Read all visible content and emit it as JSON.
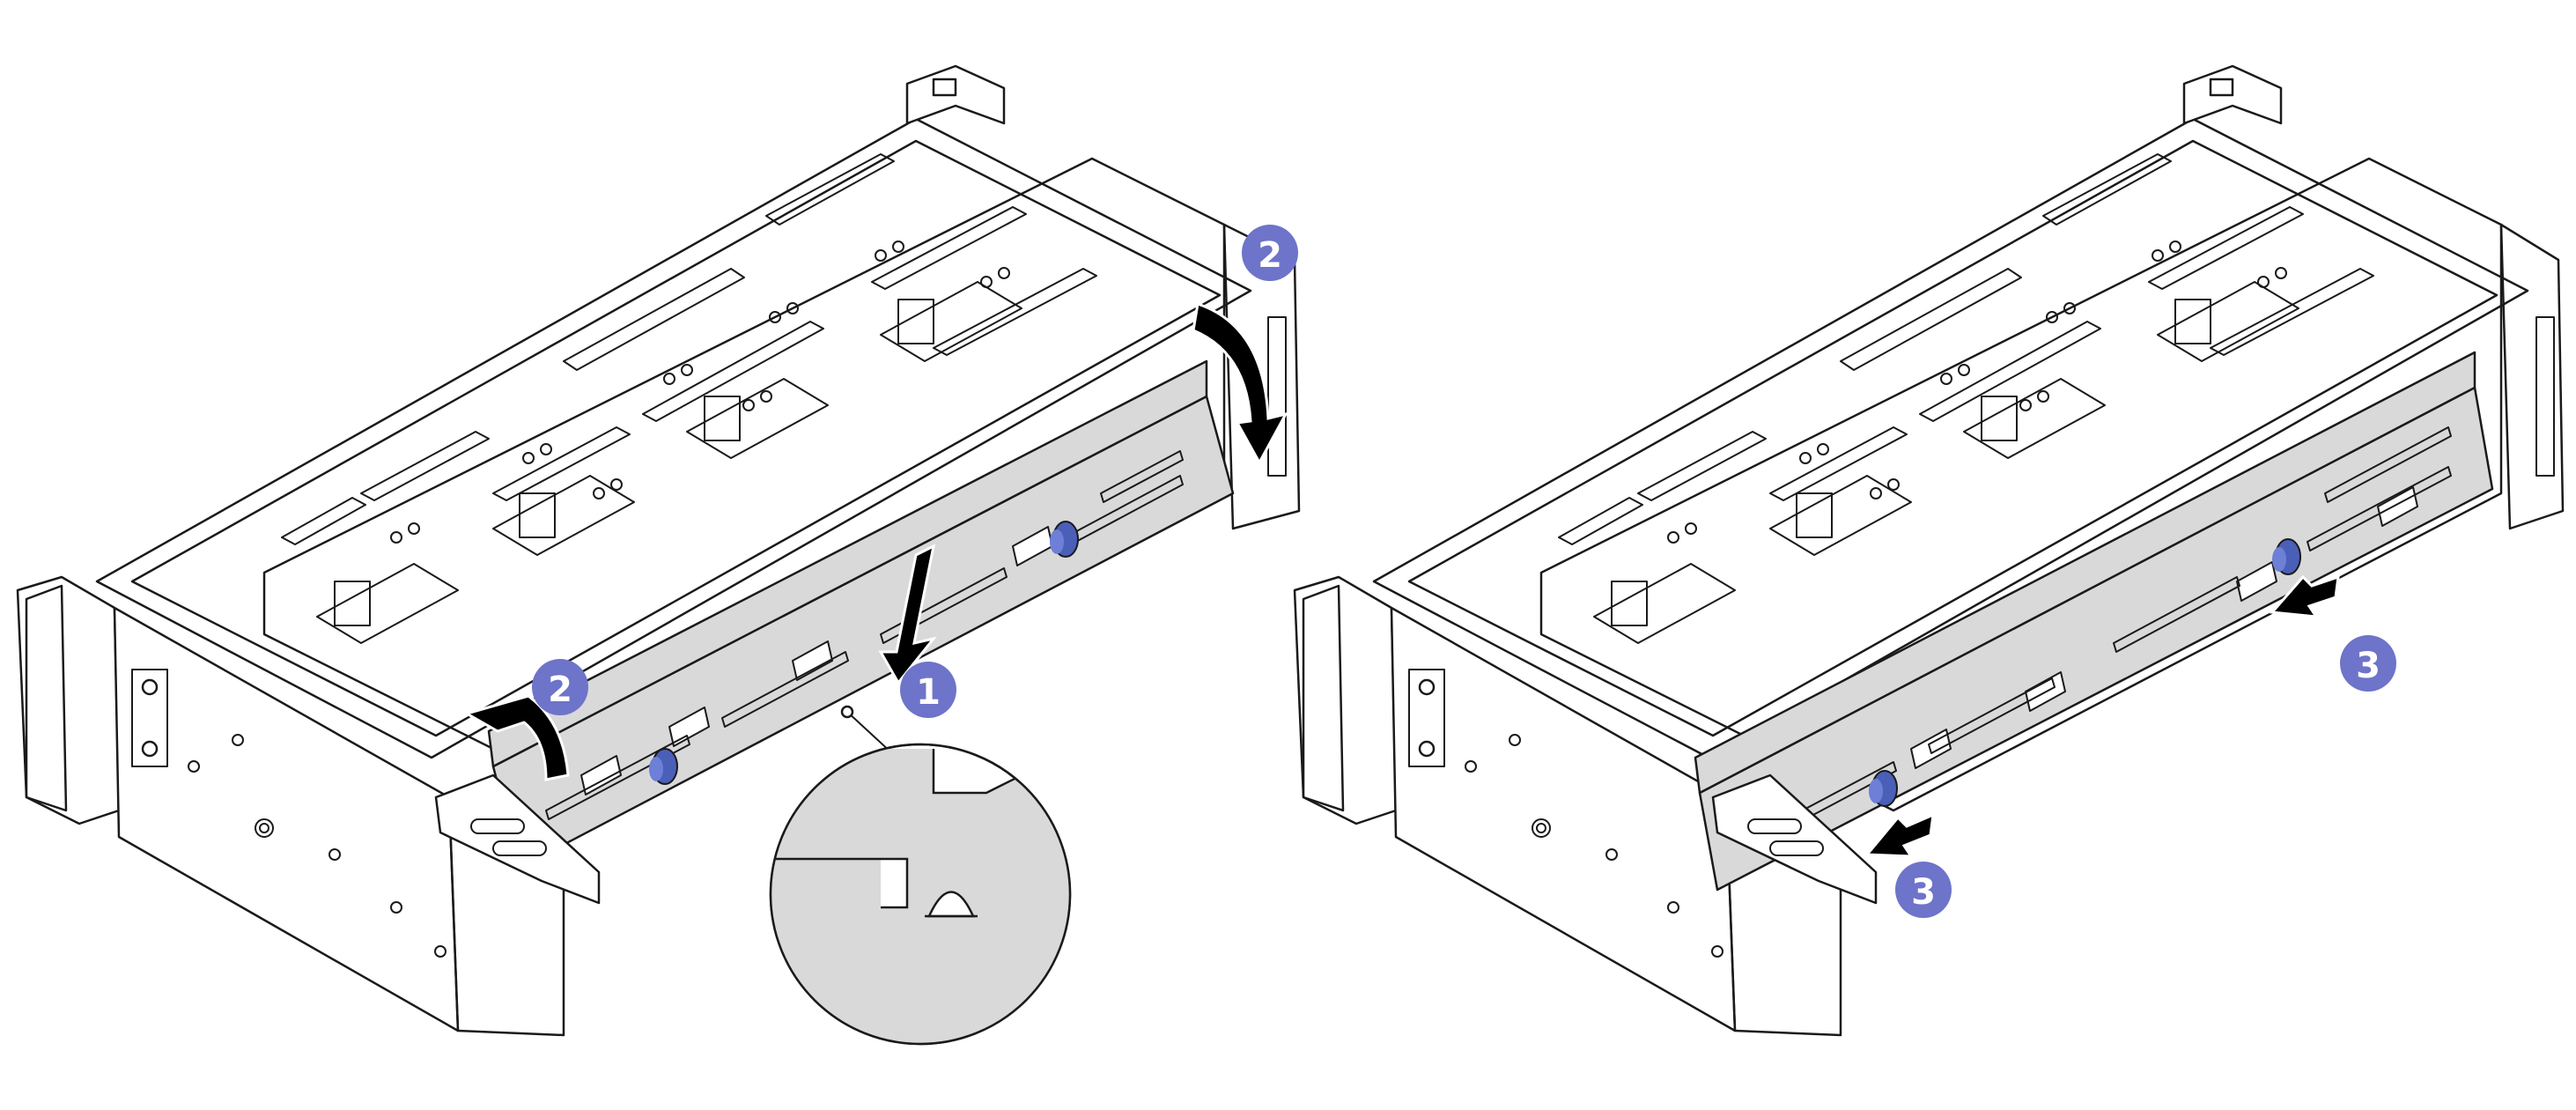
{
  "colors": {
    "line": "#1a1a1a",
    "backplane": "#d9d9d9",
    "panel": "#ffffff",
    "callout": "#6d74c9",
    "callout_text": "#ffffff",
    "plunger": "#4a5fb8",
    "arrow": "#000000"
  },
  "callouts": [
    {
      "id": "callout-1",
      "label": "1"
    },
    {
      "id": "callout-2a",
      "label": "2"
    },
    {
      "id": "callout-2b",
      "label": "2"
    },
    {
      "id": "callout-3a",
      "label": "3"
    },
    {
      "id": "callout-3b",
      "label": "3"
    }
  ],
  "icons": [
    "down-arrow-icon",
    "rotate-arrow-icon",
    "slide-arrow-icon",
    "plunger-icon",
    "magnifier-detail-icon"
  ]
}
